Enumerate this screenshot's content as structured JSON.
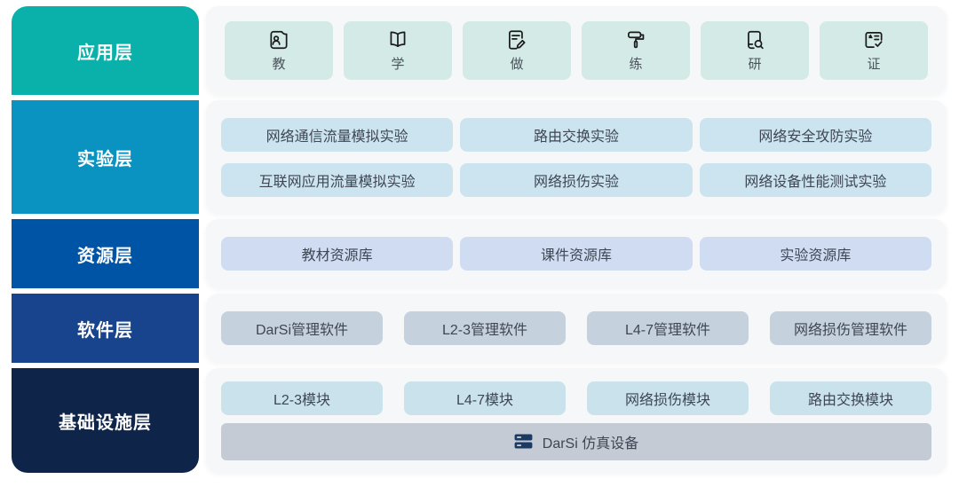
{
  "colors": {
    "layer_application": "#0ab1aa",
    "layer_experiment": "#0a93c0",
    "layer_resource": "#0054a6",
    "layer_software": "#17448c",
    "layer_infrastructure": "#0e2449",
    "panel_bg": "#f6f7f9",
    "app_item_bg": "#d3eae7",
    "experiment_item_bg": "#cbe4ef",
    "resource_item_bg": "#cfdcf2",
    "software_item_bg": "#c6d1de",
    "module_item_bg": "#c9e2eb",
    "device_bar_bg": "#c5cbd4",
    "item_text": "#3f4654",
    "label_text": "#ffffff"
  },
  "layers": {
    "application": {
      "label": "应用层",
      "items": [
        {
          "label": "教",
          "icon": "teacher-board-icon"
        },
        {
          "label": "学",
          "icon": "open-book-icon"
        },
        {
          "label": "做",
          "icon": "writing-document-icon"
        },
        {
          "label": "练",
          "icon": "paint-roller-icon"
        },
        {
          "label": "研",
          "icon": "research-book-icon"
        },
        {
          "label": "证",
          "icon": "certificate-icon"
        }
      ]
    },
    "experiment": {
      "label": "实验层",
      "row1": [
        "网络通信流量模拟实验",
        "路由交换实验",
        "网络安全攻防实验"
      ],
      "row2": [
        "互联网应用流量模拟实验",
        "网络损伤实验",
        "网络设备性能测试实验"
      ]
    },
    "resource": {
      "label": "资源层",
      "items": [
        "教材资源库",
        "课件资源库",
        "实验资源库"
      ]
    },
    "software": {
      "label": "软件层",
      "items": [
        "DarSi管理软件",
        "L2-3管理软件",
        "L4-7管理软件",
        "网络损伤管理软件"
      ]
    },
    "infrastructure": {
      "label": "基础设施层",
      "modules": [
        "L2-3模块",
        "L4-7模块",
        "网络损伤模块",
        "路由交换模块"
      ],
      "device": {
        "label": "DarSi 仿真设备",
        "icon": "server-stack-icon"
      }
    }
  }
}
